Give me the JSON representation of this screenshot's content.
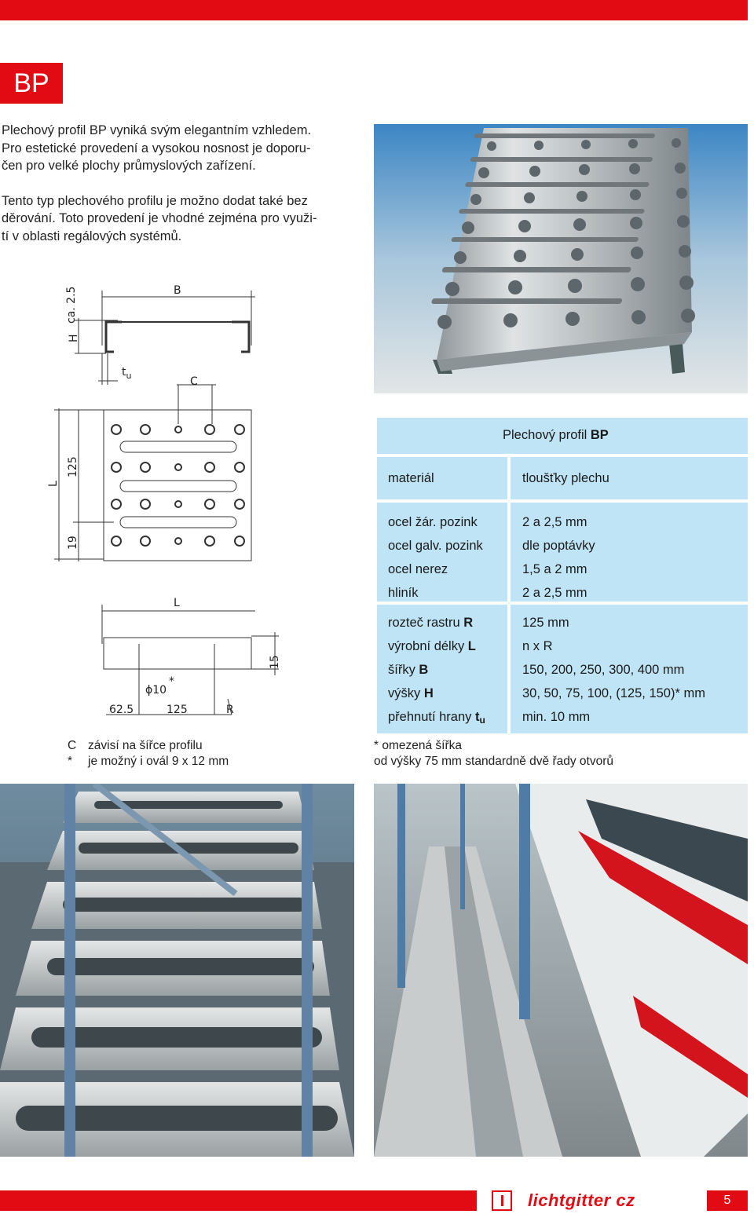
{
  "header": {
    "badge": "BP"
  },
  "intro": {
    "p1_l1": "Plechový profil BP vyniká svým elegantním vzhledem.",
    "p1_l2": "Pro estetické provedení a vysokou nosnost je doporu-",
    "p1_l3": "čen pro velké plochy průmyslových zařízení.",
    "p2_l1": "Tento typ plechového profilu je možno dodat také bez",
    "p2_l2": "děrování. Toto provedení je vhodné zejména pro využi-",
    "p2_l3": "tí v oblasti regálových systémů."
  },
  "diagram": {
    "H": "H",
    "ca": "ca. 2.5",
    "B": "B",
    "tu_t": "t",
    "tu_u": "u",
    "C": "C",
    "L_side": "L",
    "d125": "125",
    "d19": "19",
    "L_bottom": "L",
    "d15": "15",
    "phi": "ϕ10",
    "star": "*",
    "d62": "62.5",
    "d125b": "125",
    "R": "R"
  },
  "table": {
    "title_pre": "Plechový profil ",
    "title_bold": "BP",
    "h_material": "materiál",
    "h_thickness": "tloušťky plechu",
    "materials": [
      "ocel žár. pozink",
      "ocel galv. pozink",
      "ocel nerez",
      "hliník"
    ],
    "thicknesses": [
      "2 a 2,5 mm",
      "dle poptávky",
      "1,5 a 2 mm",
      "2 a 2,5 mm"
    ],
    "params": [
      {
        "pre": "rozteč rastru ",
        "bold": "R",
        "sub": ""
      },
      {
        "pre": "výrobní délky ",
        "bold": "L",
        "sub": ""
      },
      {
        "pre": "šířky ",
        "bold": "B",
        "sub": ""
      },
      {
        "pre": "výšky ",
        "bold": "H",
        "sub": ""
      },
      {
        "pre": "přehnutí hrany ",
        "bold": "t",
        "sub": "u"
      }
    ],
    "param_values": [
      "125 mm",
      "n x R",
      "150, 200, 250, 300, 400 mm",
      "30, 50, 75, 100, (125, 150)* mm",
      "min. 10 mm"
    ]
  },
  "notes": {
    "left_c_key": "C",
    "left_c_text": "závisí na šířce profilu",
    "left_s_key": "*",
    "left_s_text": "je možný i ovál 9 x 12 mm",
    "right_1": "* omezená šířka",
    "right_2": "od výšky 75 mm standardně dvě řady otvorů"
  },
  "footer": {
    "logo_text": "lichtgitter cz",
    "page": "5"
  },
  "colors": {
    "brand_red": "#e30b13",
    "table_blue": "#bfe4f5"
  }
}
